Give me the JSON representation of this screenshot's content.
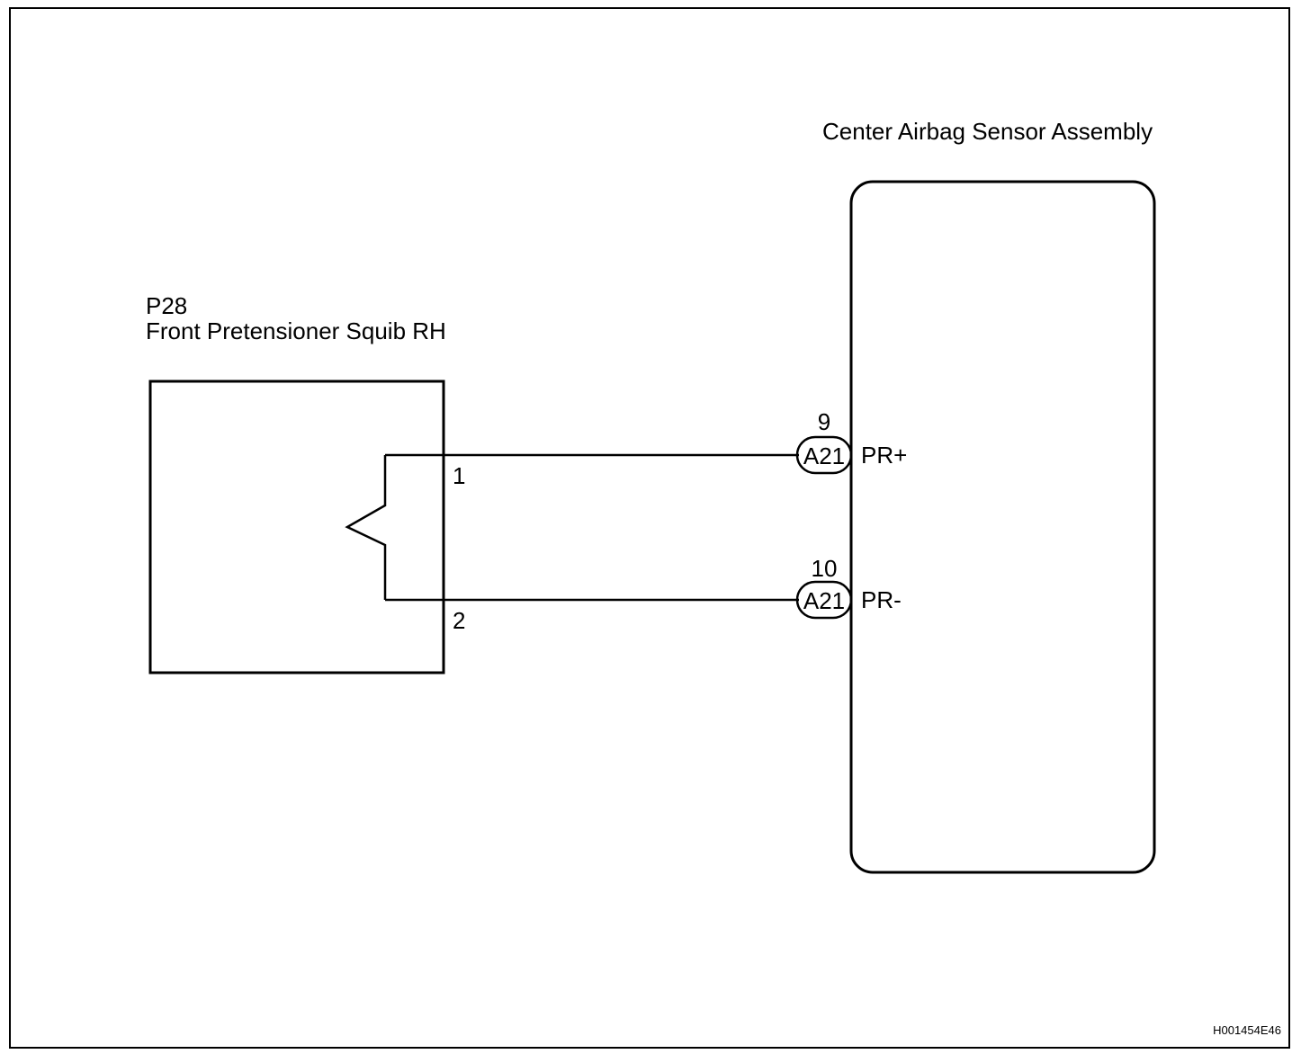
{
  "left_component": {
    "connector_id": "P28",
    "name": "Front Pretensioner Squib RH",
    "pins": [
      "1",
      "2"
    ]
  },
  "right_component": {
    "name": "Center Airbag Sensor Assembly",
    "terminals": [
      {
        "connector": "A21",
        "pin": "9",
        "signal": "PR+"
      },
      {
        "connector": "A21",
        "pin": "10",
        "signal": "PR-"
      }
    ]
  },
  "figure_code": "H001454E46"
}
